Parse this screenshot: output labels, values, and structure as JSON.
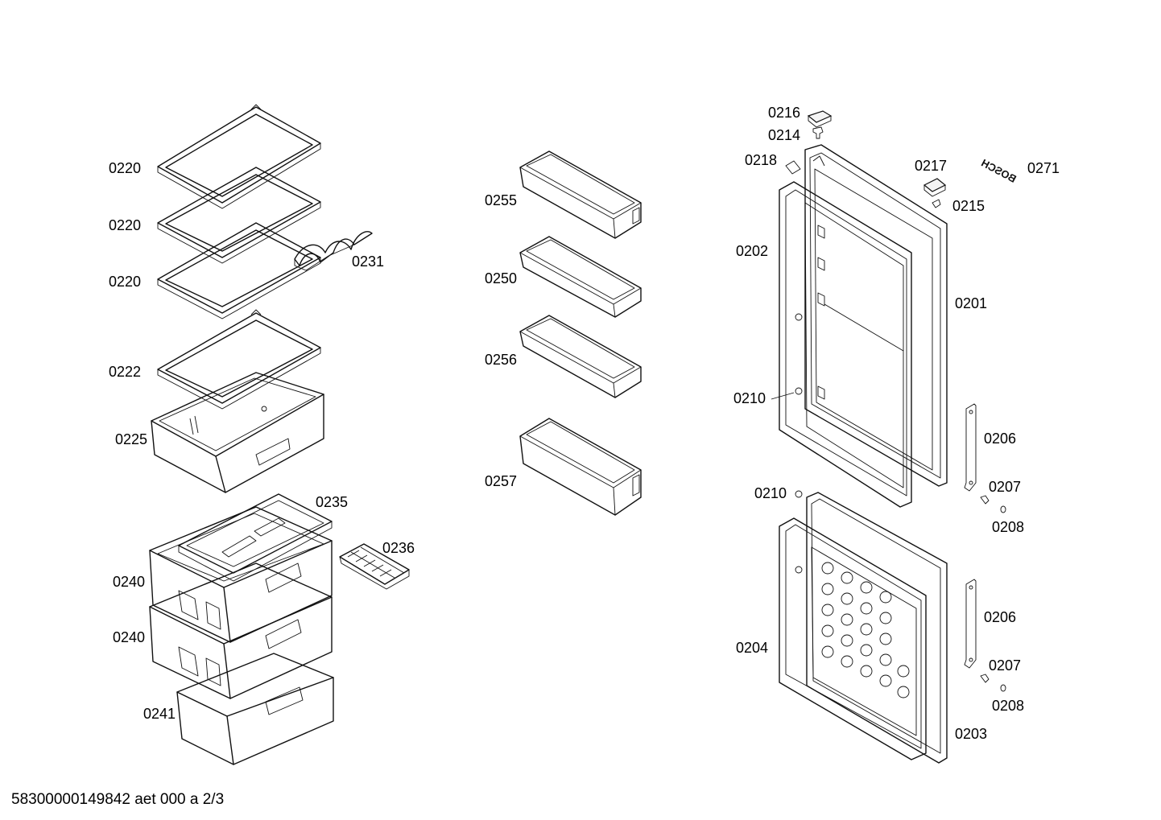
{
  "labels": {
    "shelf_1": "0220",
    "shelf_2": "0220",
    "shelf_3": "0220",
    "wine_rack": "0231",
    "shelf_crisper_cover": "0222",
    "crisper_box": "0225",
    "ice_tray_cover": "0235",
    "ice_cube_tray": "0236",
    "freezer_drawer_1": "0240",
    "freezer_drawer_2": "0240",
    "freezer_drawer_3": "0241",
    "door_rack_1": "0255",
    "door_rack_2": "0250",
    "door_rack_3": "0256",
    "door_rack_4": "0257",
    "cover_cap_1": "0216",
    "cover_cap_2": "0214",
    "pad": "0218",
    "cap_right_1": "0217",
    "cap_right_2": "0215",
    "logo": "0271",
    "gasket_upper": "0202",
    "door_upper": "0201",
    "hinge_pin_upper": "0210",
    "handle_upper": "0206",
    "screw_upper": "0207",
    "washer_upper": "0208",
    "hinge_pin_lower": "0210",
    "gasket_lower": "0204",
    "door_lower": "0203",
    "handle_lower": "0206",
    "screw_lower": "0207",
    "washer_lower": "0208"
  },
  "logo_text": "BOSCH",
  "footer": "58300000149842 aet 000 a 2/3"
}
